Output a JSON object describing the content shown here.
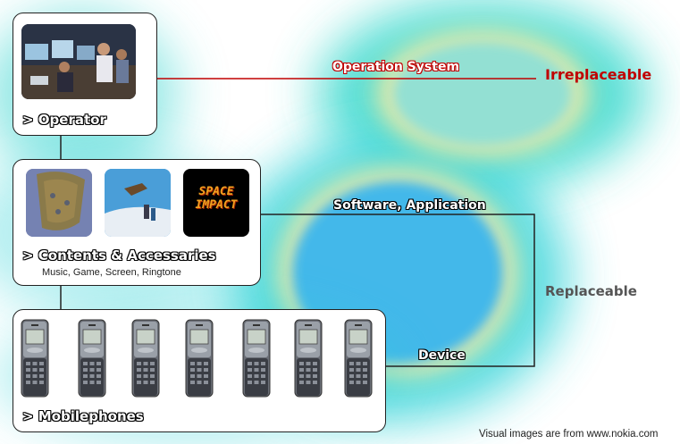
{
  "operator": {
    "label": "> Operator"
  },
  "contents": {
    "label": "> Contents & Accessaries",
    "sub": "Music, Game, Screen, Ringtone",
    "game_title": "SPACE IMPACT"
  },
  "phones": {
    "label": "> Mobilephones",
    "count": 7
  },
  "annotations": {
    "operation_system": "Operation System",
    "irreplaceable": "Irreplaceable",
    "software": "Software, Application",
    "replaceable": "Replaceable",
    "device": "Device"
  },
  "credit": "Visual images are from www.nokia.com",
  "colors": {
    "red": "#c00000",
    "glow_teal": "#3ed6d0",
    "glow_blue": "#3ab6f0",
    "glow_yellow": "#f6e9a6"
  }
}
